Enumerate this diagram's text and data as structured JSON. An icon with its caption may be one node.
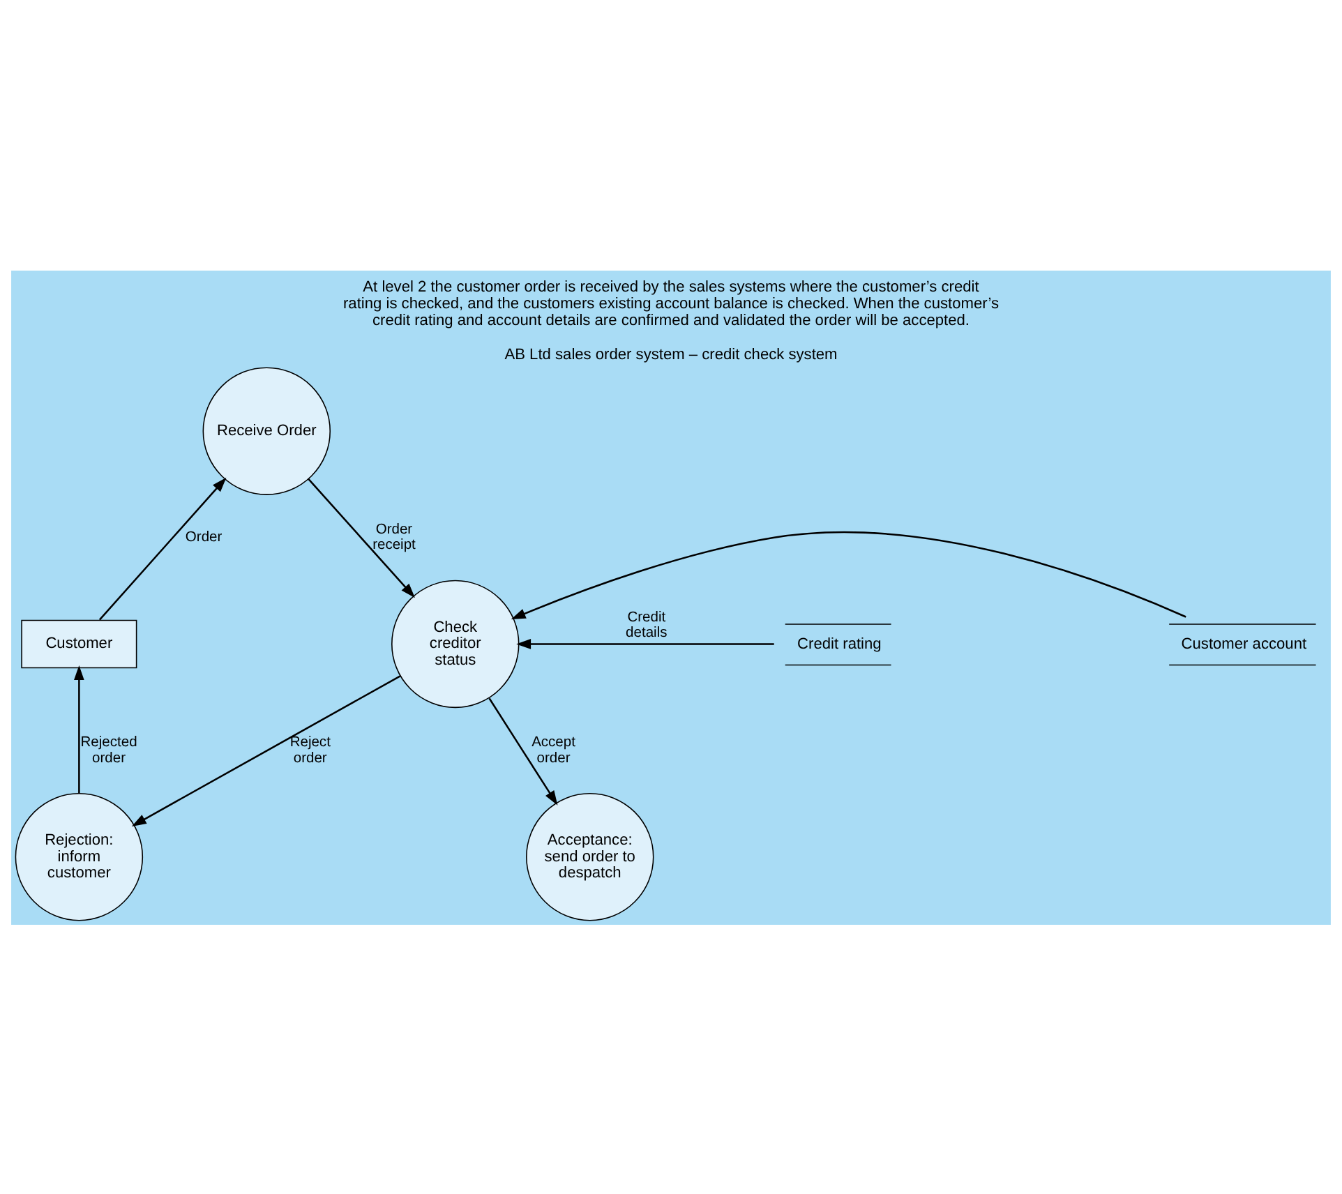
{
  "diagram": {
    "title": "AB Ltd sales order system – credit check system",
    "caption": "At level 2 the customer order is received by the sales systems where the customer’s credit rating is checked, and the customers existing account balance is checked. When the customer’s credit rating and account details are confirmed and validated the order will be accepted.",
    "nodes": [
      {
        "text": [
          "Receive Order"
        ]
      },
      {
        "text": [
          "Check creditor status"
        ]
      },
      {
        "text": [
          "Credit rating"
        ]
      },
      {
        "text": [
          "Customer account"
        ]
      },
      {
        "text": [
          "Customer"
        ]
      },
      {
        "text": [
          "Rejection: inform customer"
        ]
      },
      {
        "text": [
          "Acceptance: send order to despatch"
        ]
      }
    ],
    "edges": [
      {
        "from": 4,
        "to": 0,
        "arrow": "to",
        "label": "Order"
      },
      {
        "from": 0,
        "to": 1,
        "arrow": "to",
        "label": "Order receipt"
      },
      {
        "from": 2,
        "to": 1,
        "arrow": "to",
        "label": "Credit details"
      },
      {
        "from": 3,
        "to": 1,
        "arrow": "to"
      },
      {
        "from": 1,
        "to": 5,
        "arrow": "to",
        "label": "Reject order"
      },
      {
        "from": 1,
        "to": 6,
        "arrow": "to",
        "label": "Accept order"
      },
      {
        "from": 5,
        "to": 4,
        "arrow": "to",
        "label": "Rejected order"
      }
    ]
  }
}
